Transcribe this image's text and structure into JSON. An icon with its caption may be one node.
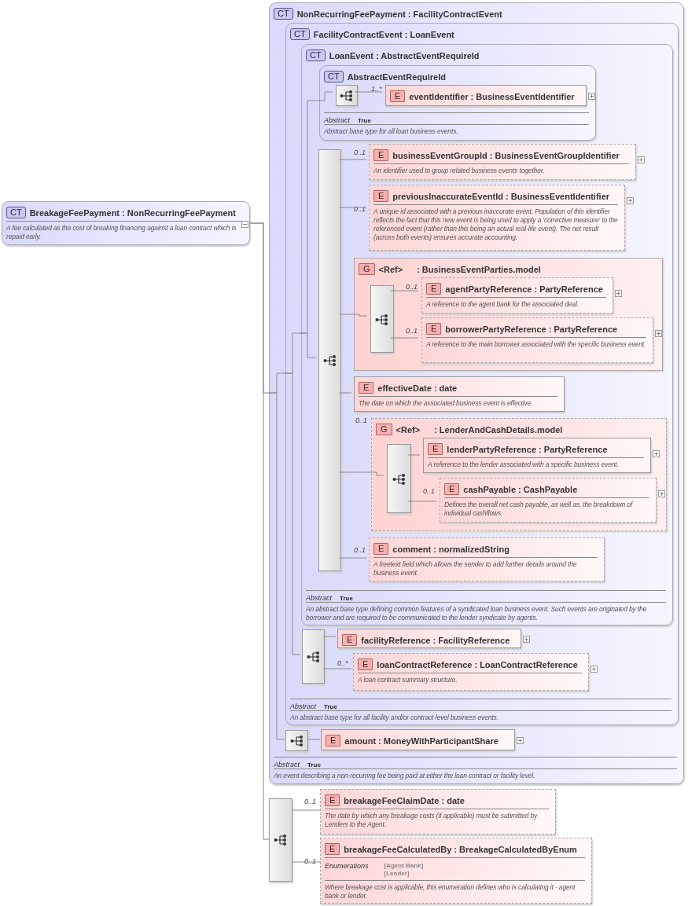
{
  "diagram": {
    "nodes": [
      {
        "text": [
          "CT",
          "BreakageFeePayment : NonRecurringFeePayment",
          "A fee calculated as the cost of breaking financing against a loan contract which is repaid early."
        ]
      },
      {
        "text": [
          "CT",
          "NonRecurringFeePayment : FacilityContractEvent",
          "Abstract",
          "True",
          "An event describing a non-recurring fee being paid at either the loan contract or facility level."
        ]
      },
      {
        "text": [
          "CT",
          "FacilityContractEvent : LoanEvent",
          "Abstract",
          "True",
          "An abstract base type for all facility and/or contract-level business events."
        ],
        "in": 1
      },
      {
        "text": [
          "CT",
          "LoanEvent : AbstractEventRequireId",
          "Abstract",
          "True",
          "An abstract base type defining common features of a syndicated loan business event. Such events are originated by the borrower and are required to be communicated to the lender syndicate by agents."
        ],
        "in": 2
      },
      {
        "text": [
          "CT",
          "AbstractEventRequireId",
          "Abstract",
          "True",
          "Abstract base type for all loan business events."
        ],
        "in": 3
      },
      {
        "text": [],
        "shape": "box",
        "in": 4
      },
      {
        "text": [
          "E",
          "eventIdentifier : BusinessEventIdentifier"
        ],
        "beside": [
          "1..*"
        ],
        "in": 4
      },
      {
        "text": [],
        "shape": "box",
        "in": 3
      },
      {
        "text": [
          "E",
          "businessEventGroupId : BusinessEventGroupIdentifier",
          "An identifier used to group related business events together."
        ],
        "beside": [
          "0..1"
        ],
        "in": 3
      },
      {
        "text": [
          "E",
          "previousInaccurateEventId : BusinessEventIdentifier",
          "A unique id associated with a previous inaccurate event. Population of this identifier reflects the fact that this new event is being used to apply a 'corrective measure' to the referenced event (rather than this being an actual real-life event). The net result (across both events) ensures accurate accounting."
        ],
        "beside": [
          "0..1"
        ],
        "in": 3
      },
      {
        "text": [
          "G",
          "<Ref>",
          ": BusinessEventParties.model"
        ],
        "in": 3
      },
      {
        "text": [],
        "shape": "box",
        "in": 10
      },
      {
        "text": [
          "E",
          "agentPartyReference : PartyReference",
          "A reference to the agent bank for the associated deal."
        ],
        "beside": [
          "0..1"
        ],
        "in": 10
      },
      {
        "text": [
          "E",
          "borrowerPartyReference : PartyReference",
          "A reference to the main borrower associated with the specific business event."
        ],
        "beside": [
          "0..1"
        ],
        "in": 10
      },
      {
        "text": [
          "E",
          "effectiveDate : date",
          "The date on which the associated business event is effective."
        ],
        "in": 3
      },
      {
        "text": [
          "G",
          "<Ref>",
          ": LenderAndCashDetails.model"
        ],
        "beside": [
          "0..1"
        ],
        "in": 3
      },
      {
        "text": [],
        "shape": "box",
        "in": 15
      },
      {
        "text": [
          "E",
          "lenderPartyReference : PartyReference",
          "A reference to the lender associated with a specific business event."
        ],
        "in": 15
      },
      {
        "text": [
          "E",
          "cashPayable : CashPayable",
          "Defines the overall net cash payable, as well as, the breakdown of individual cashflows."
        ],
        "beside": [
          "0..1"
        ],
        "in": 15
      },
      {
        "text": [
          "E",
          "comment : normalizedString",
          "A freetext field which allows the sender to add further details around the business event."
        ],
        "beside": [
          "0..1"
        ],
        "in": 3
      },
      {
        "text": [],
        "shape": "box",
        "in": 2
      },
      {
        "text": [
          "E",
          "facilityReference : FacilityReference"
        ],
        "in": 2
      },
      {
        "text": [
          "E",
          "loanContractReference : LoanContractReference",
          "A loan contract summary structure."
        ],
        "beside": [
          "0..*"
        ],
        "in": 2
      },
      {
        "text": [],
        "shape": "box",
        "in": 1
      },
      {
        "text": [
          "E",
          "amount : MoneyWithParticipantShare"
        ],
        "in": 1
      },
      {
        "text": [],
        "shape": "box"
      },
      {
        "text": [
          "E",
          "breakageFeeClaimDate : date",
          "The date by which any breakage costs (if applicable) must be submitted by Lenders to the Agent."
        ],
        "beside": [
          "0..1"
        ]
      },
      {
        "text": [
          "E",
          "breakageFeeCalculatedBy : BreakageCalculatedByEnum",
          "Enumerations",
          "[Agent Bank]",
          "[Lender]",
          "Where breakage cost is applicable, this enumeration defines who is calculating it - agent bank or lender."
        ],
        "beside": [
          "0..1"
        ]
      }
    ],
    "edges": [
      {
        "from": 0,
        "to": 1,
        "arrow": "none"
      },
      {
        "from": 0,
        "to": 25,
        "arrow": "none"
      },
      {
        "from": 1,
        "to": 2,
        "arrow": "none"
      },
      {
        "from": 1,
        "to": 23,
        "arrow": "none"
      },
      {
        "from": 2,
        "to": 3,
        "arrow": "none"
      },
      {
        "from": 2,
        "to": 20,
        "arrow": "none"
      },
      {
        "from": 3,
        "to": 4,
        "arrow": "none"
      },
      {
        "from": 3,
        "to": 7,
        "arrow": "none"
      },
      {
        "from": 4,
        "to": 5,
        "arrow": "none"
      },
      {
        "from": 5,
        "to": 6,
        "arrow": "none"
      },
      {
        "from": 7,
        "to": 8,
        "arrow": "none"
      },
      {
        "from": 7,
        "to": 9,
        "arrow": "none"
      },
      {
        "from": 7,
        "to": 10,
        "arrow": "none"
      },
      {
        "from": 7,
        "to": 14,
        "arrow": "none"
      },
      {
        "from": 7,
        "to": 15,
        "arrow": "none"
      },
      {
        "from": 7,
        "to": 19,
        "arrow": "none"
      },
      {
        "from": 10,
        "to": 11,
        "arrow": "none"
      },
      {
        "from": 11,
        "to": 12,
        "arrow": "none"
      },
      {
        "from": 11,
        "to": 13,
        "arrow": "none"
      },
      {
        "from": 15,
        "to": 16,
        "arrow": "none"
      },
      {
        "from": 16,
        "to": 17,
        "arrow": "none"
      },
      {
        "from": 16,
        "to": 18,
        "arrow": "none"
      },
      {
        "from": 20,
        "to": 21,
        "arrow": "none"
      },
      {
        "from": 20,
        "to": 22,
        "arrow": "none"
      },
      {
        "from": 23,
        "to": 24,
        "arrow": "none"
      },
      {
        "from": 25,
        "to": 26,
        "arrow": "none"
      },
      {
        "from": 25,
        "to": 27,
        "arrow": "none"
      }
    ]
  }
}
